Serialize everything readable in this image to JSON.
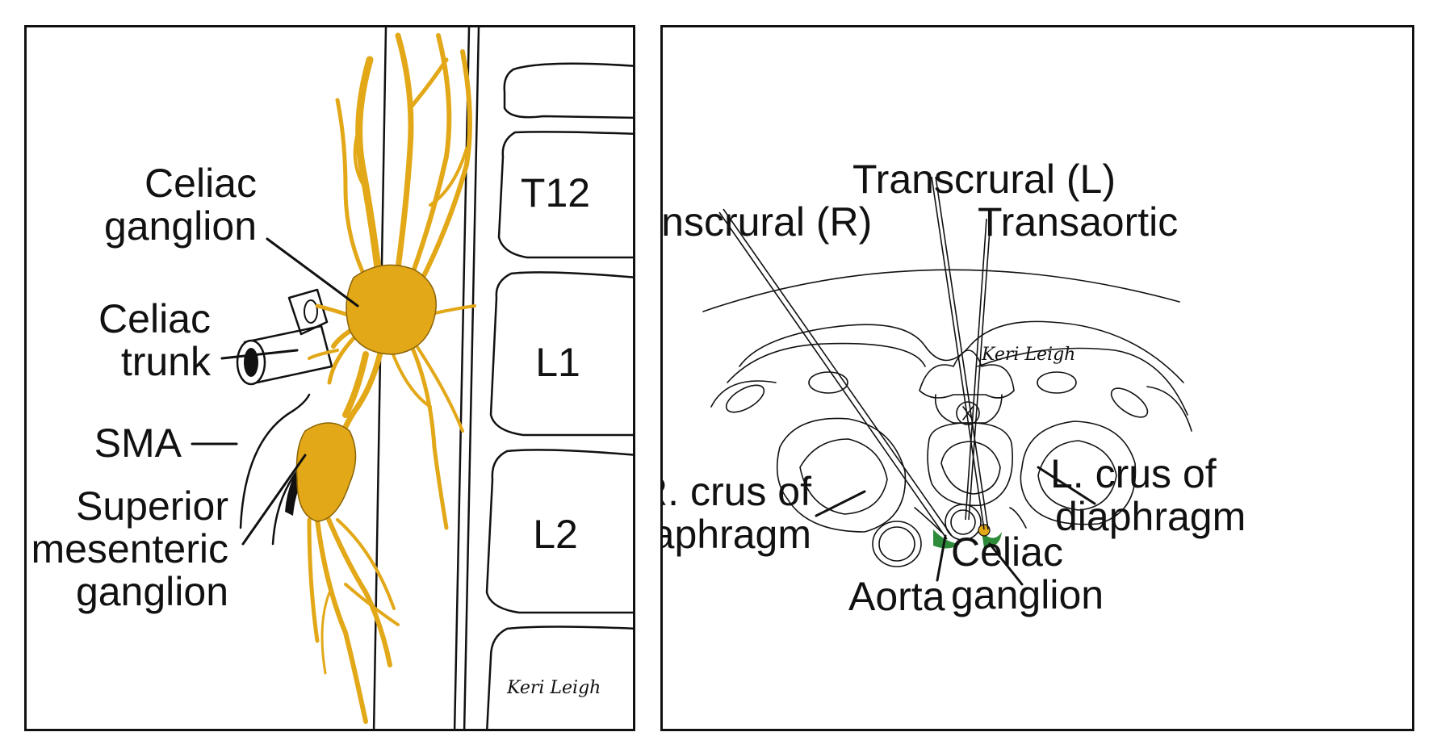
{
  "left_panel": {
    "labels": {
      "celiac_ganglion": [
        "Celiac",
        "ganglion"
      ],
      "celiac_trunk": [
        "Celiac",
        "trunk"
      ],
      "sma": "SMA",
      "superior_mesenteric_ganglion": [
        "Superior",
        "mesenteric",
        "ganglion"
      ]
    },
    "vertebrae": [
      "T12",
      "L1",
      "L2"
    ],
    "signature": "Keri Leigh"
  },
  "right_panel": {
    "labels": {
      "transcrural_l": "Transcrural (L)",
      "transcrural_r": "Transcrural (R)",
      "transaortic": "Transaortic",
      "r_crus": [
        "R. crus of",
        "diaphragm"
      ],
      "l_crus": [
        "L. crus of",
        "diaphragm"
      ],
      "aorta": "Aorta",
      "celiac_ganglion": [
        "Celiac",
        "ganglion"
      ]
    },
    "signature": "Keri Leigh"
  },
  "colors": {
    "ganglion": "#E2A818",
    "ganglion_target": "#2E8B3A",
    "ink": "#111111"
  }
}
